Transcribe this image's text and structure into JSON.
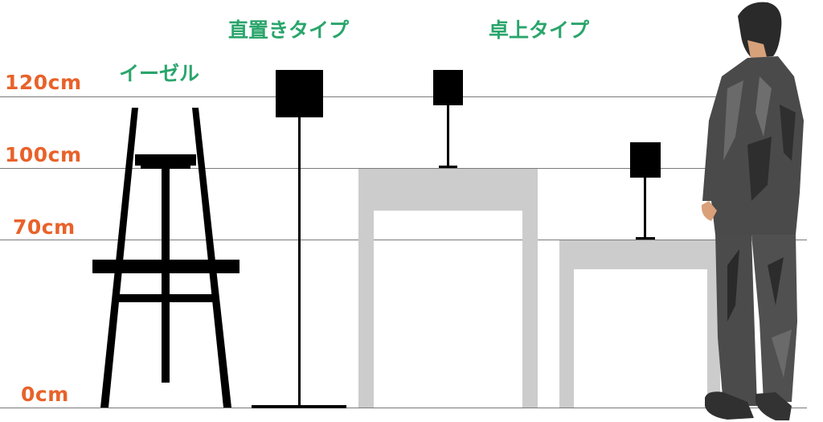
{
  "diagram": {
    "titles": {
      "easel": "イーゼル",
      "floor_standing": "直置きタイプ",
      "tabletop": "卓上タイプ"
    },
    "height_markers": [
      {
        "label": "120cm",
        "value": 120
      },
      {
        "label": "100cm",
        "value": 100
      },
      {
        "label": "70cm",
        "value": 70
      },
      {
        "label": "0cm",
        "value": 0
      }
    ],
    "colors": {
      "marker_label": "#e8622a",
      "title": "#2aa56c",
      "guide_line": "#7a7a7a",
      "table": "#cccccc",
      "stand": "#000000"
    },
    "objects": [
      {
        "name": "easel",
        "top_height_cm": 120
      },
      {
        "name": "floor-standing-sign",
        "sign_height_cm": 120
      },
      {
        "name": "tabletop-sign-on-100cm-table",
        "table_height_cm": 100,
        "sign_height_cm": 120
      },
      {
        "name": "tabletop-sign-on-70cm-table",
        "table_height_cm": 70,
        "sign_height_cm": 100
      },
      {
        "name": "businessman-figure"
      }
    ]
  }
}
